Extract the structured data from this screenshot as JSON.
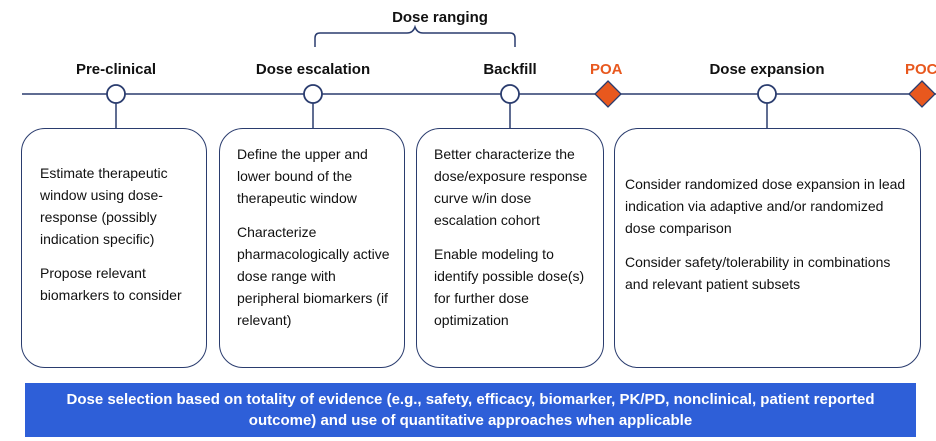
{
  "dose_ranging_label": "Dose ranging",
  "stages": {
    "preclinical": "Pre-clinical",
    "dose_escalation": "Dose escalation",
    "backfill": "Backfill",
    "dose_expansion": "Dose expansion"
  },
  "milestones": {
    "poa": "POA",
    "poc": "POC"
  },
  "colors": {
    "timeline": "#2a3c6e",
    "milestone": "#E8581E",
    "banner": "#2E5FD8"
  },
  "boxes": {
    "preclinical": {
      "p1": "Estimate therapeutic window using dose-response (possibly indication specific)",
      "p2": "Propose relevant biomarkers to consider"
    },
    "dose_escalation": {
      "p1": "Define the upper and lower bound of the therapeutic window",
      "p2": "Characterize pharmacologically active dose range with peripheral biomarkers (if relevant)"
    },
    "backfill": {
      "p1": "Better characterize the dose/exposure response curve w/in dose escalation cohort",
      "p2": "Enable modeling to identify possible dose(s) for further dose optimization"
    },
    "dose_expansion": {
      "p1": "Consider randomized dose expansion in lead indication via adaptive and/or randomized dose comparison",
      "p2": "Consider safety/tolerability in combinations and relevant patient subsets"
    }
  },
  "banner_text": "Dose selection based on totality of evidence (e.g., safety, efficacy, biomarker, PK/PD, nonclinical, patient reported outcome)  and use of quantitative approaches when applicable"
}
